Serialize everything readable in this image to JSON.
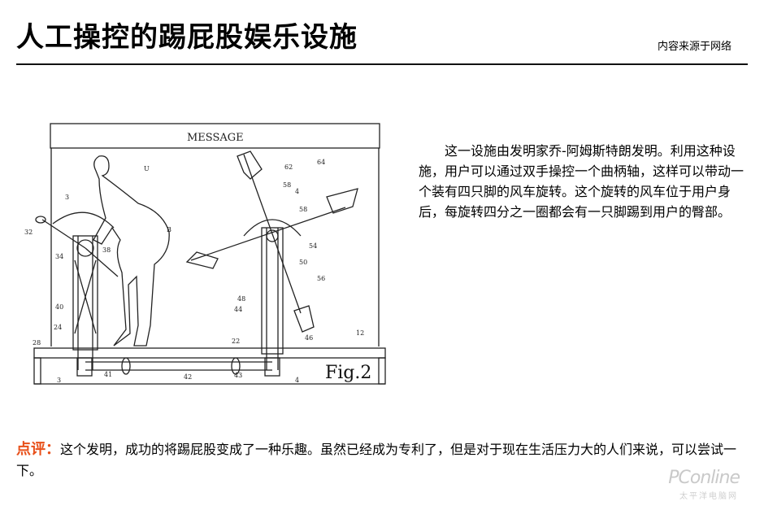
{
  "header": {
    "title": "人工操控的踢屁股娱乐设施",
    "source": "内容来源于网络"
  },
  "figure": {
    "sign": "MESSAGE",
    "fig_label": "Fig.2",
    "labels": {
      "l3top": "3",
      "l3bot": "3",
      "l4top": "4",
      "l4bot": "4",
      "U": "U",
      "B": "B",
      "l62": "62",
      "l64": "64",
      "l58a": "58",
      "l58b": "58",
      "l54": "54",
      "l50": "50",
      "l56": "56",
      "l48": "48",
      "l44": "44",
      "l46": "46",
      "l12": "12",
      "l22": "22",
      "l42": "42",
      "l43": "43",
      "l41": "41",
      "l28": "28",
      "l24": "24",
      "l40": "40",
      "l34": "34",
      "l38": "38",
      "l32": "32"
    }
  },
  "description": "这一设施由发明家乔-阿姆斯特朗发明。利用这种设施，用户可以通过双手操控一个曲柄轴，这样可以带动一个装有四只脚的风车旋转。这个旋转的风车位于用户身后，每旋转四分之一圈都会有一只脚踢到用户的臀部。",
  "comment": {
    "label": "点评：",
    "text": "这个发明，成功的将踢屁股变成了一种乐趣。虽然已经成为专利了，但是对于现在生活压力大的人们来说，可以尝试一下。"
  },
  "watermark": {
    "main": "PConline",
    "sub": "太平洋电脑网"
  },
  "colors": {
    "accent": "#e8501a",
    "text": "#000000",
    "watermark": "#c9c9c9"
  }
}
